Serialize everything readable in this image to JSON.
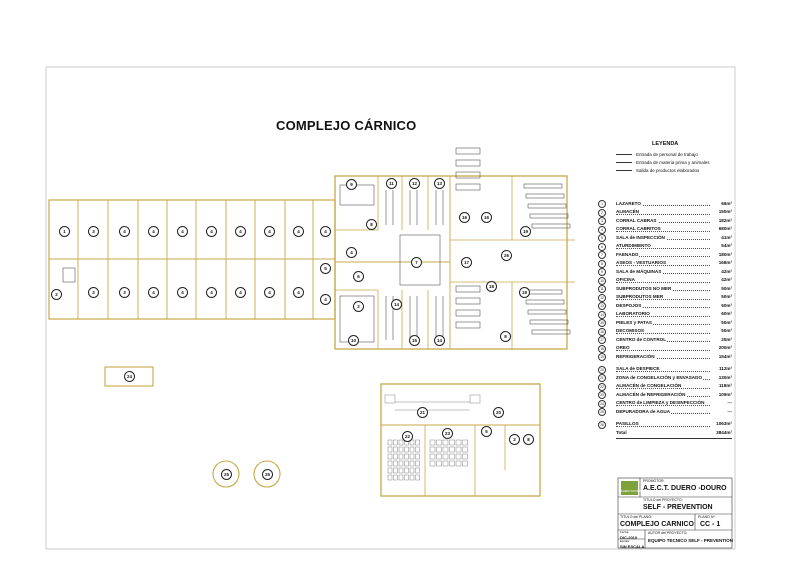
{
  "title": "COMPLEJO CÁRNICO",
  "legend": {
    "title": "LEYENDA",
    "items": [
      "Entrada de personal de trabajo",
      "Entrada de materia prima y animales",
      "Salida de productos elaborados"
    ]
  },
  "schedule": [
    {
      "num": "1",
      "name": "LAZARETO",
      "area": "66m²"
    },
    {
      "num": "2",
      "name": "ALMACÉN",
      "area": "150m²"
    },
    {
      "num": "3",
      "name": "CORRAL CABRAS",
      "area": "182m²"
    },
    {
      "num": "4",
      "name": "CORRAL CABRITOS",
      "area": "680m²"
    },
    {
      "num": "5",
      "name": "SALA de INSPECCIÓN",
      "area": "41m²"
    },
    {
      "num": "6",
      "name": "ATURDIMIENTO",
      "area": "54m²"
    },
    {
      "num": "7",
      "name": "FAENADO",
      "area": "180m²"
    },
    {
      "num": "8",
      "name": "ASEOS - VESTUARIOS",
      "area": "168m²"
    },
    {
      "num": "9",
      "name": "SALA de MÁQUINAS",
      "area": "42m²"
    },
    {
      "num": "10",
      "name": "OFICINA",
      "area": "42m²"
    },
    {
      "num": "11",
      "name": "SUBPRODUTOS NO MER",
      "area": "50m²"
    },
    {
      "num": "12",
      "name": "SUBPRODUTOS MER",
      "area": "50m²"
    },
    {
      "num": "13",
      "name": "DESPOJOS",
      "area": "50m²"
    },
    {
      "num": "14",
      "name": "LABORATORIO",
      "area": "60m²"
    },
    {
      "num": "15",
      "name": "PIELES y PATAS",
      "area": "50m²"
    },
    {
      "num": "16",
      "name": "DECOMISOS",
      "area": "50m²"
    },
    {
      "num": "17",
      "name": "CENTRO de CONTROL",
      "area": "25m²"
    },
    {
      "num": "18",
      "name": "OREO",
      "area": "200m²"
    },
    {
      "num": "19",
      "name": "REFRIGERACIÓN",
      "area": "154m²"
    },
    {
      "num": "20",
      "name": "SALA de DESPIECE",
      "area": "112m²"
    },
    {
      "num": "21",
      "name": "ZONA de CONGELACIÓN y ENVASADO",
      "area": "130m²"
    },
    {
      "num": "22",
      "name": "ALMACÉN de CONGELACIÓN",
      "area": "118m²"
    },
    {
      "num": "23",
      "name": "ALMACÉN de REFRIGERACIÓN",
      "area": "109m²"
    },
    {
      "num": "24",
      "name": "CENTRO de LIMPIEZA y DESINFECCIÓN",
      "area": "---"
    },
    {
      "num": "25",
      "name": "DEPURADORA de AGUA",
      "area": "---"
    },
    {
      "num": "26",
      "name": "PASILLOS",
      "area": "1063m²"
    }
  ],
  "total": {
    "label": "Total",
    "value": "3844m²"
  },
  "title_block": {
    "promotor_label": "PROMOTOR:",
    "promotor": "A.E.C.T. DUERO -DOURO",
    "logo_text": "DUERO DOURO",
    "proyecto_label": "TITULO del PROYECTO:",
    "proyecto": "SELF - PREVENTION",
    "plano_label": "TITULO del PLANO:",
    "plano": "COMPLEJO CARNICO",
    "plano_n_label": "PLANO Nº:",
    "plano_n": "CC - 1",
    "fecha_label": "Fecha:",
    "fecha": "DIC-2010",
    "escala_label": "Escala:",
    "escala": "SIN ESCALA",
    "autor_label": "AUTOR del PROYECTO:",
    "autor": "EQUIPO TECNICO SELF - PREVENTION"
  },
  "room_labels": {
    "wing_top": [
      "1",
      "3",
      "4",
      "4",
      "4",
      "4",
      "4",
      "4",
      "4",
      "4"
    ],
    "wing_bottom": [
      "2",
      "3",
      "3",
      "4",
      "4",
      "4",
      "4",
      "4",
      "4",
      "4"
    ],
    "central": [
      "9",
      "11",
      "12",
      "13",
      "16",
      "16",
      "19",
      "8",
      "7",
      "26",
      "17",
      "18",
      "19",
      "5",
      "6",
      "4",
      "2",
      "14",
      "10",
      "15",
      "14",
      "8"
    ],
    "lower": [
      "21",
      "20",
      "22",
      "23",
      "5",
      "2",
      "8"
    ],
    "outside": [
      "24",
      "25",
      "25"
    ]
  },
  "colors": {
    "wall": "#c8a84a",
    "line": "#444",
    "frame": "#999"
  }
}
